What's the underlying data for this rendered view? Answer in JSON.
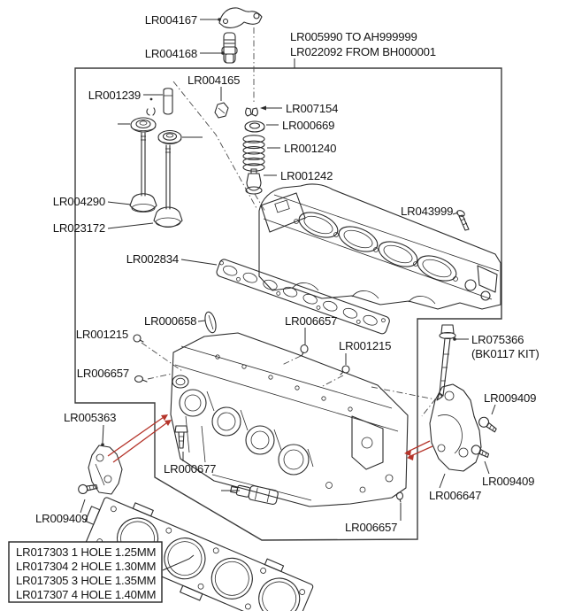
{
  "diagram_type": "engine-cylinder-head-parts-diagram",
  "colors": {
    "background": "#ffffff",
    "line": "#2b2b2b",
    "red_pointer": "#b5342a"
  },
  "notes": {
    "applicability_line1": "LR005990 TO AH999999",
    "applicability_line2": "LR022092 FROM BH000001"
  },
  "labels": {
    "rocker_arm": "LR004167",
    "hydraulic_tappet": "LR004168",
    "seal_small": "LR004165",
    "valve_guide": "LR001239",
    "valve_collet": "LR007154",
    "spring_retainer": "LR000669",
    "valve_spring": "LR001240",
    "valve_stem_seal": "LR001242",
    "intake_valve": "LR004290",
    "exhaust_valve": "LR023172",
    "manifold_stud": "LR043999",
    "manifold_gasket": "LR002834",
    "dowel_pin": "LR000658",
    "plug_left": "LR001215",
    "plug_right": "LR001215",
    "bolt_left": "LR006657",
    "bolt_top": "LR006657",
    "bolt_bottom": "LR006657",
    "oil_level_tube": "LR075366",
    "oil_level_tube_kit": "(BK0117 KIT)",
    "bracket_left": "LR005363",
    "oil_pressure_switch": "LR000677",
    "bolt_bracket_left": "LR009409",
    "bolt_bracket_top_right": "LR009409",
    "bolt_bracket_bottom_right": "LR009409",
    "bracket_right": "LR006647"
  },
  "gasket_table": {
    "rows": [
      {
        "part_number": "LR017303",
        "description": "1 HOLE 1.25MM",
        "text": "LR017303 1 HOLE 1.25MM"
      },
      {
        "part_number": "LR017304",
        "description": "2 HOLE 1.30MM",
        "text": "LR017304 2 HOLE 1.30MM"
      },
      {
        "part_number": "LR017305",
        "description": "3 HOLE 1.35MM",
        "text": "LR017305 3 HOLE 1.35MM"
      },
      {
        "part_number": "LR017307",
        "description": "4 HOLE 1.40MM",
        "text": "LR017307 4 HOLE 1.40MM"
      }
    ]
  }
}
